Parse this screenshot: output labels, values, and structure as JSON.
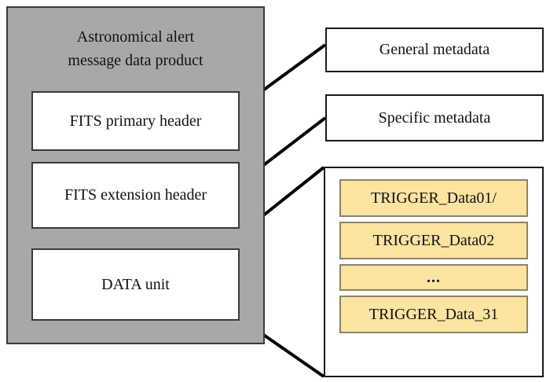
{
  "diagram": {
    "title": "Astronomical alert message data product diagram",
    "background_color": "#ffffff"
  },
  "product_panel": {
    "title": "Astronomical alert\nmessage data product",
    "fill_color": "#a8a8a8",
    "border_color": "#3a3a3a",
    "sections": [
      {
        "label": "FITS primary header"
      },
      {
        "label": "FITS extension header"
      },
      {
        "label": "DATA unit"
      }
    ]
  },
  "metadata_boxes": [
    {
      "label": "General metadata"
    },
    {
      "label": "Specific metadata"
    }
  ],
  "trigger_container": {
    "fill_color": "#ffffff",
    "border_color": "#1a1a1a",
    "item_fill_color": "#fbe3a0",
    "item_border_color": "#8c8468",
    "items": [
      {
        "label": "TRIGGER_Data01/",
        "kind": "data"
      },
      {
        "label": "TRIGGER_Data02",
        "kind": "data"
      },
      {
        "label": "...",
        "kind": "ellipsis"
      },
      {
        "label": "TRIGGER_Data_31",
        "kind": "data"
      }
    ]
  },
  "connectors": {
    "stroke_color": "#000000",
    "stroke_width": 4
  }
}
